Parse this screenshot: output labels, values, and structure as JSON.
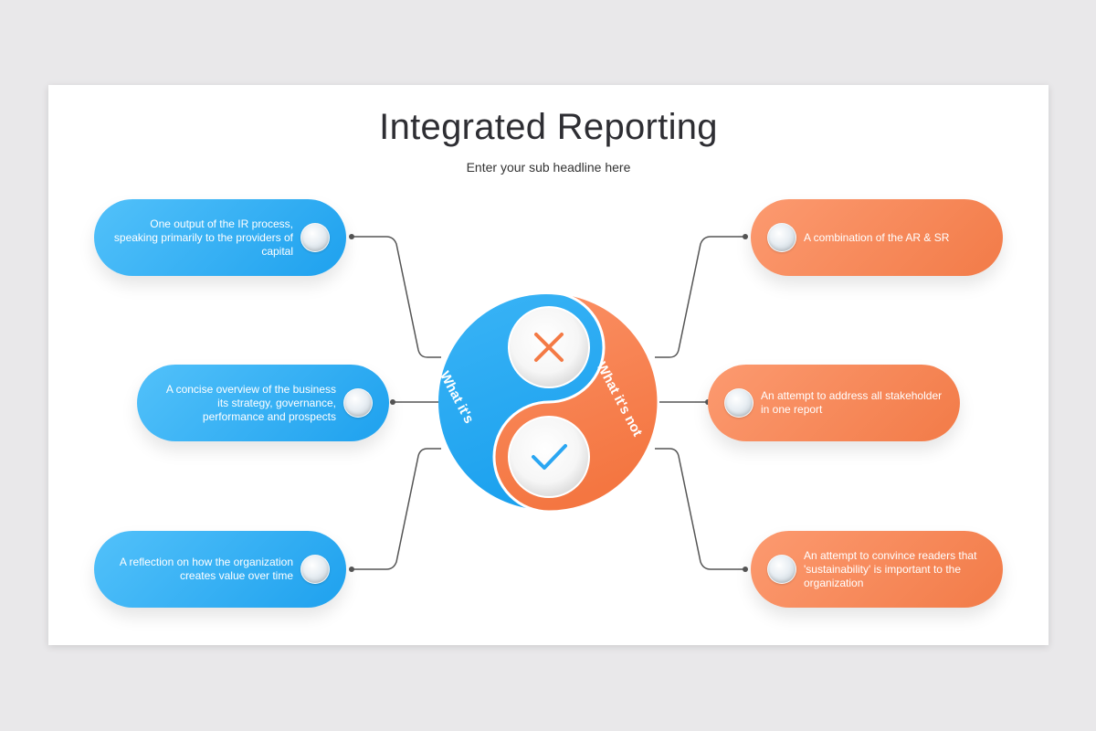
{
  "title": "Integrated Reporting",
  "subtitle": "Enter your sub headline here",
  "hub": {
    "left_label": "What it's",
    "right_label": "What it's not",
    "left_icon": "check-icon",
    "right_icon": "cross-icon"
  },
  "left_items": [
    {
      "text": "One output of the IR process, speaking primarily to the providers of capital"
    },
    {
      "text": "A concise overview of the business its strategy, governance, performance and prospects"
    },
    {
      "text": "A reflection on how the organization creates value over time"
    }
  ],
  "right_items": [
    {
      "text": "A combination of the AR & SR"
    },
    {
      "text": "An attempt to address all stakeholder in one report"
    },
    {
      "text": "An attempt to convince readers that 'sustainability' is important to the organization"
    }
  ],
  "colors": {
    "blue": "#2aaaf3",
    "orange": "#f5824f",
    "connector": "#555555"
  }
}
